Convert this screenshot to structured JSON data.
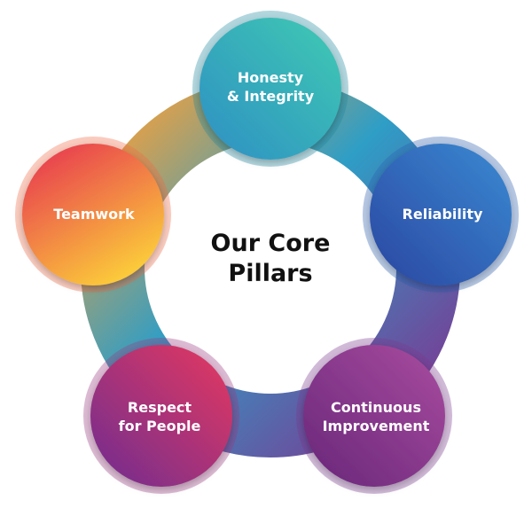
{
  "center": {
    "title": "Our Core\nPillars"
  },
  "pillars": [
    {
      "key": "honesty",
      "label": "Honesty\n& Integrity",
      "colors": [
        "#2f9fc4",
        "#3ec8b0"
      ]
    },
    {
      "key": "reliability",
      "label": "Reliability",
      "colors": [
        "#2b4fa6",
        "#3a86cf"
      ]
    },
    {
      "key": "continuous",
      "label": "Continuous\nImprovement",
      "colors": [
        "#6b2a7d",
        "#a24aa0"
      ]
    },
    {
      "key": "respect",
      "label": "Respect\nfor People",
      "colors": [
        "#7b2f8f",
        "#e23b6a"
      ]
    },
    {
      "key": "teamwork",
      "label": "Teamwork",
      "colors": [
        "#e8334f",
        "#f9c43a"
      ]
    }
  ]
}
